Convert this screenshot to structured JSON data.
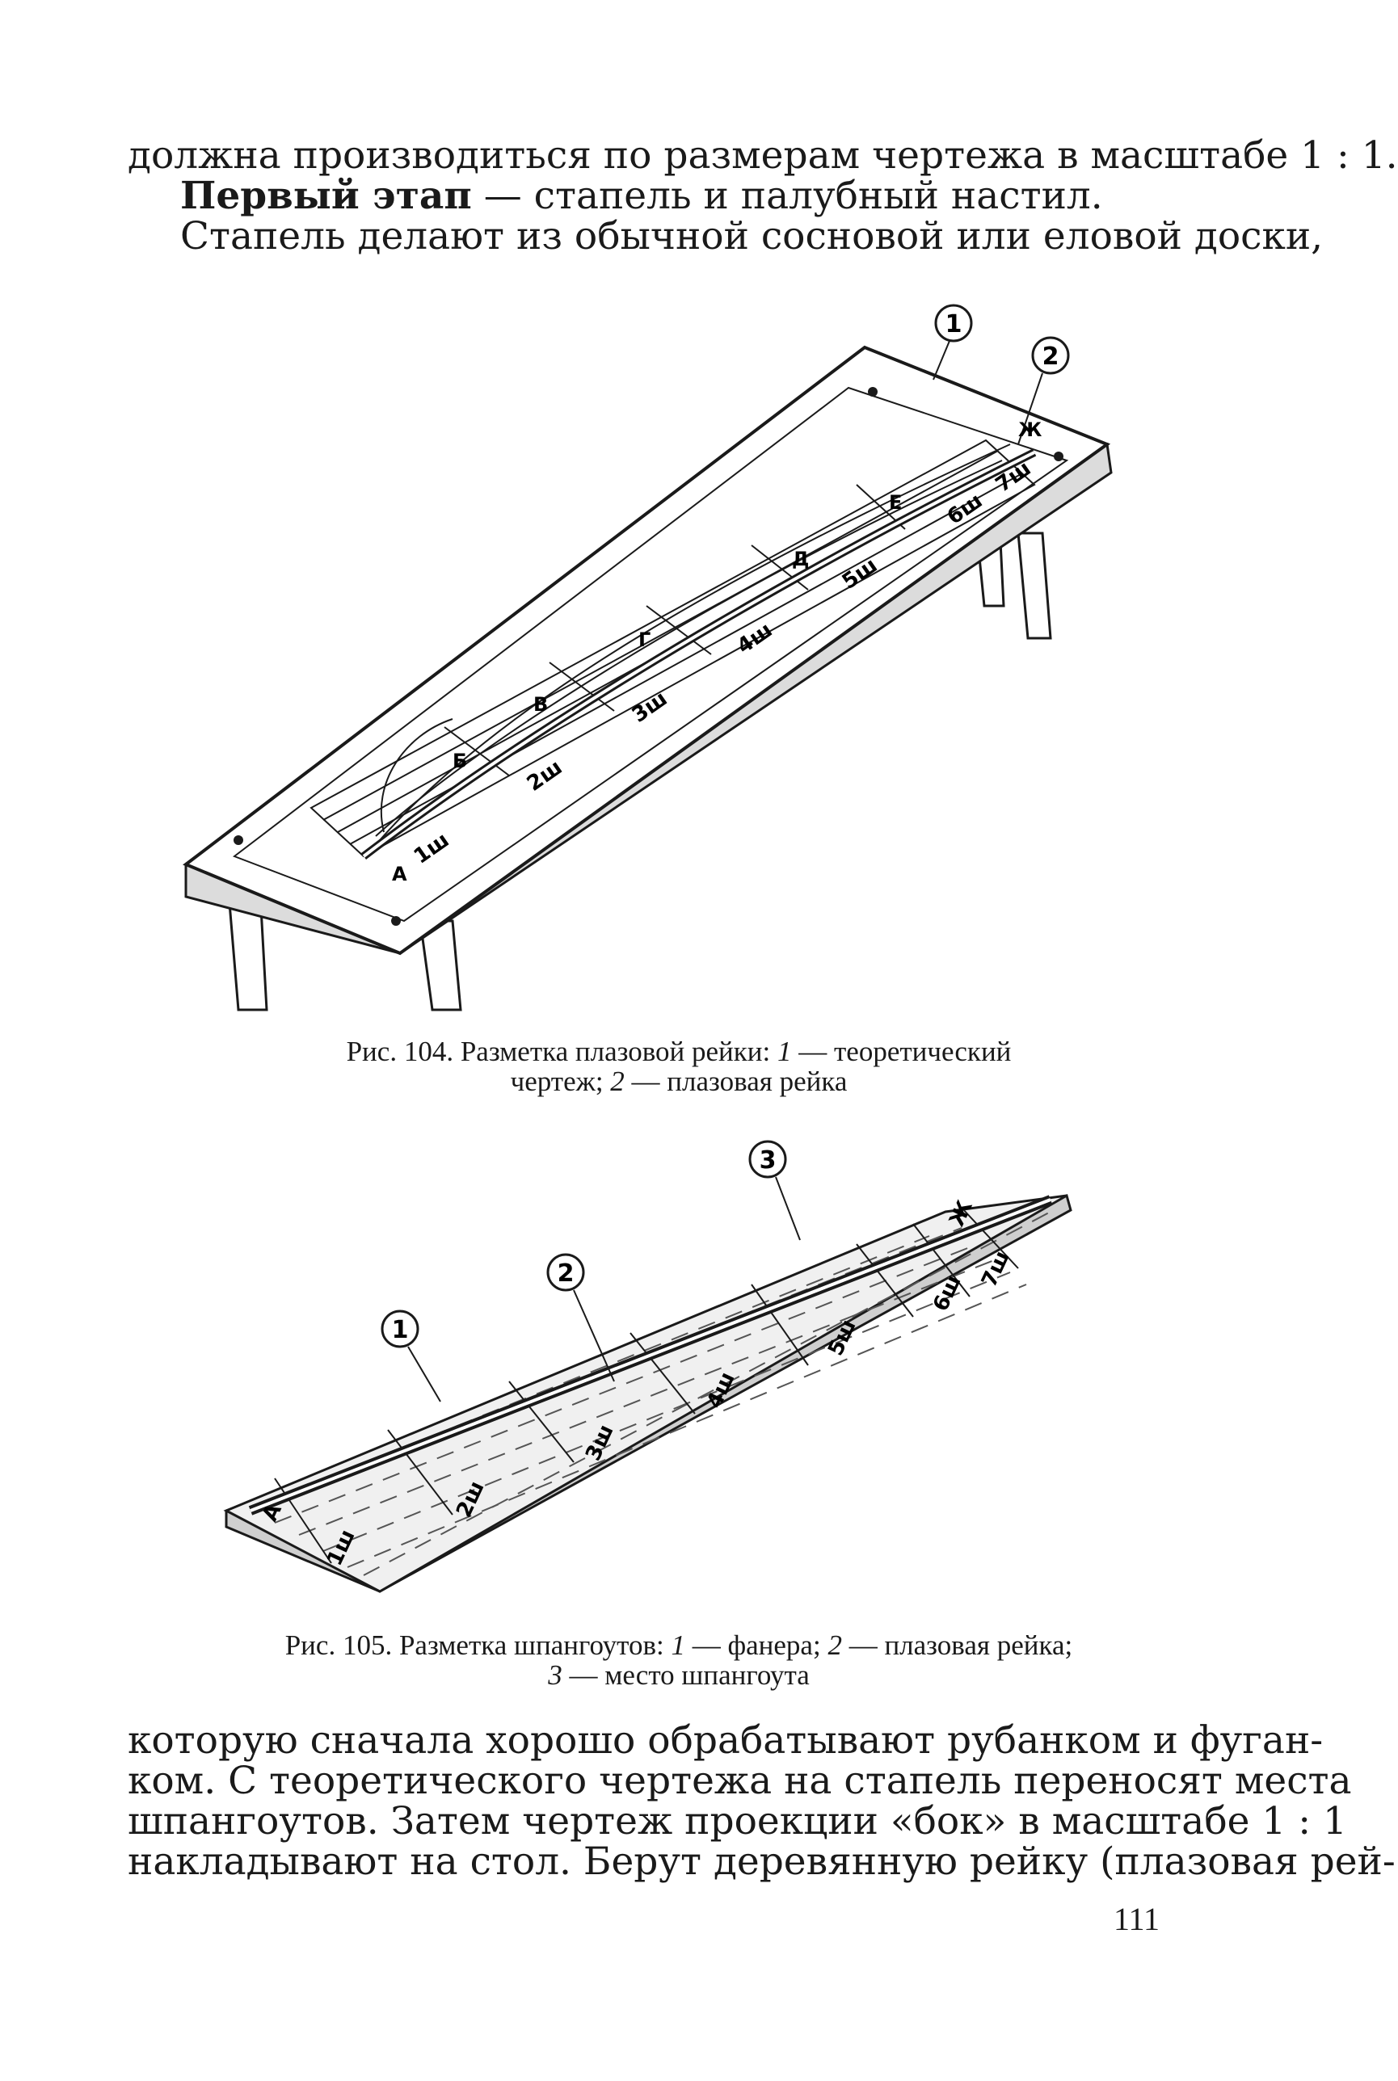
{
  "top_text": {
    "line1": "должна производиться по размерам чертежа в масштабе 1 : 1.",
    "line2_bold": "Первый этап",
    "line2_rest": " — стапель и палубный настил.",
    "line3": "Стапель делают из обычной сосновой или еловой доски,"
  },
  "figure104": {
    "callout_1": "1",
    "callout_2": "2",
    "station_labels": [
      "1ш",
      "2ш",
      "3ш",
      "4ш",
      "5ш",
      "6ш",
      "7ш"
    ],
    "letter_labels": [
      "А",
      "Б",
      "В",
      "Г",
      "Д",
      "Е",
      "Ж"
    ],
    "caption_prefix": "Рис. 104. Разметка плазовой рейки:",
    "caption_n1": "1",
    "caption_t1": " — теоретический",
    "caption_line2_t1": "чертеж;",
    "caption_n2": "2",
    "caption_t2": " — плазовая рейка"
  },
  "figure105": {
    "callout_1": "1",
    "callout_2": "2",
    "callout_3": "3",
    "station_labels": [
      "1ш",
      "2ш",
      "3ш",
      "4ш",
      "5ш",
      "6ш",
      "7ш"
    ],
    "letter_labels": [
      "А",
      "Ж"
    ],
    "caption_prefix": "Рис. 105. Разметка шпангоутов:",
    "caption_n1": "1",
    "caption_t1": " — фанера;",
    "caption_n2": "2",
    "caption_t2": " — плазовая рейка;",
    "caption_n3": "3",
    "caption_t3": " — место шпангоута"
  },
  "bottom_text": {
    "line1": "которую сначала хорошо обрабатывают рубанком и фуган-",
    "line2": "ком. С теоретического чертежа на стапель переносят места",
    "line3": "шпангоутов. Затем чертеж проекции «бок» в масштабе 1 : 1",
    "line4": "накладывают на стол. Берут деревянную рейку (плазовая рей-"
  },
  "page_number": "111"
}
